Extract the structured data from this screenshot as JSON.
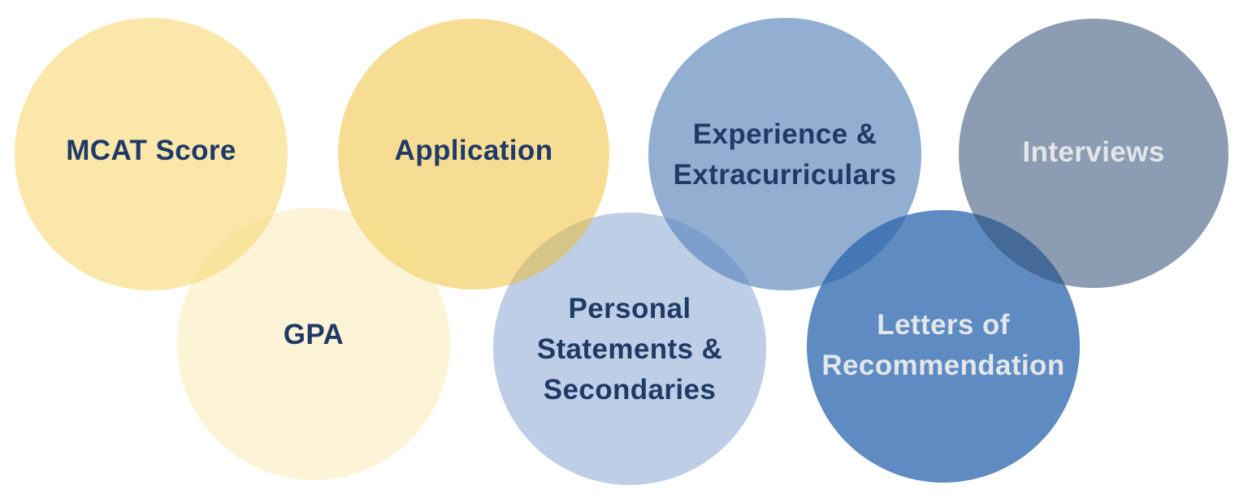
{
  "diagram": {
    "kind": "overlapping-circles-venn",
    "background_color": "#FFFFFF",
    "label_colors": {
      "dark_navy": "#1F3A67",
      "light_gray": "#E3E6EA"
    },
    "circles": [
      {
        "id": "mcat-score",
        "label": "MCAT Score",
        "fill": "#FAE7A9",
        "apparent_color": "#FAE7A9",
        "row": "top",
        "label_tone": "dark"
      },
      {
        "id": "gpa",
        "label": "GPA",
        "fill": "#F8DC85",
        "apparent_color": "#FDF4D8",
        "row": "bottom",
        "label_tone": "dark"
      },
      {
        "id": "application",
        "label": "Application",
        "fill": "#EFBB27",
        "apparent_color": "#F7DD93",
        "row": "top",
        "label_tone": "dark"
      },
      {
        "id": "personal-statements-secondaries",
        "label": "Personal Statements & Secondaries",
        "fill": "#648AC3",
        "apparent_color": "#BECEE6",
        "row": "bottom",
        "label_tone": "dark"
      },
      {
        "id": "experience-extracurriculars",
        "label": "Experience & Extracurriculars",
        "fill": "#2E65A9",
        "apparent_color": "#92AFD2",
        "row": "top",
        "label_tone": "dark"
      },
      {
        "id": "letters-of-recommendation",
        "label": "Letters of Recommendation",
        "fill": "#5E8BC1",
        "apparent_color": "#5E8BC1",
        "row": "bottom",
        "label_tone": "light"
      },
      {
        "id": "interviews",
        "label": "Interviews",
        "fill": "#35517A",
        "apparent_color": "#8C9CB3",
        "row": "top",
        "label_tone": "light"
      }
    ]
  }
}
